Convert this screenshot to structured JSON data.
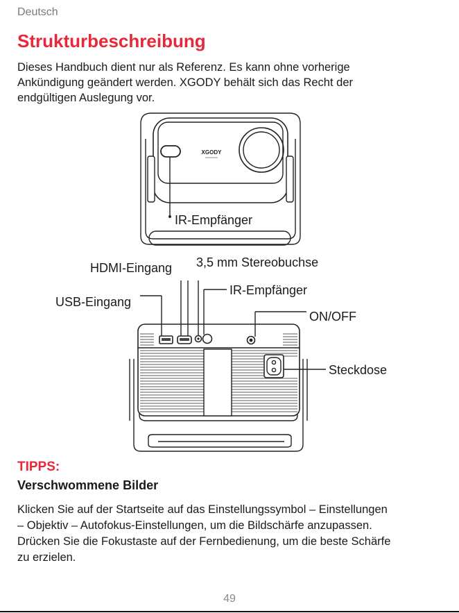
{
  "header": {
    "language": "Deutsch"
  },
  "section": {
    "title": "Strukturbeschreibung",
    "intro": "Dieses Handbuch dient nur als Referenz. Es kann ohne vorherige\nAnkündigung geändert werden. XGODY behält sich das Recht der\nendgültigen Auslegung vor."
  },
  "front_view": {
    "logo": "XGODY",
    "label_ir": "IR-Empfänger"
  },
  "back_view": {
    "label_hdmi": "HDMI-Eingang",
    "label_audio": "3,5 mm Stereobuchse",
    "label_usb": "USB-Eingang",
    "label_ir": "IR-Empfänger",
    "label_power": "ON/OFF",
    "label_socket": "Steckdose"
  },
  "tips": {
    "heading": "TIPPS:",
    "subheading": "Verschwommene Bilder",
    "text": "Klicken Sie auf der Startseite auf das Einstellungssymbol – Einstellungen\n– Objektiv – Autofokus-Einstellungen, um die Bildschärfe anzupassen.\nDrücken Sie die Fokustaste auf der Fernbedienung, um die beste Schärfe\nzu erzielen."
  },
  "footer": {
    "page_number": "49"
  },
  "colors": {
    "accent": "#e8273b",
    "text": "#1a1a1a",
    "muted": "#7a7a7a"
  }
}
